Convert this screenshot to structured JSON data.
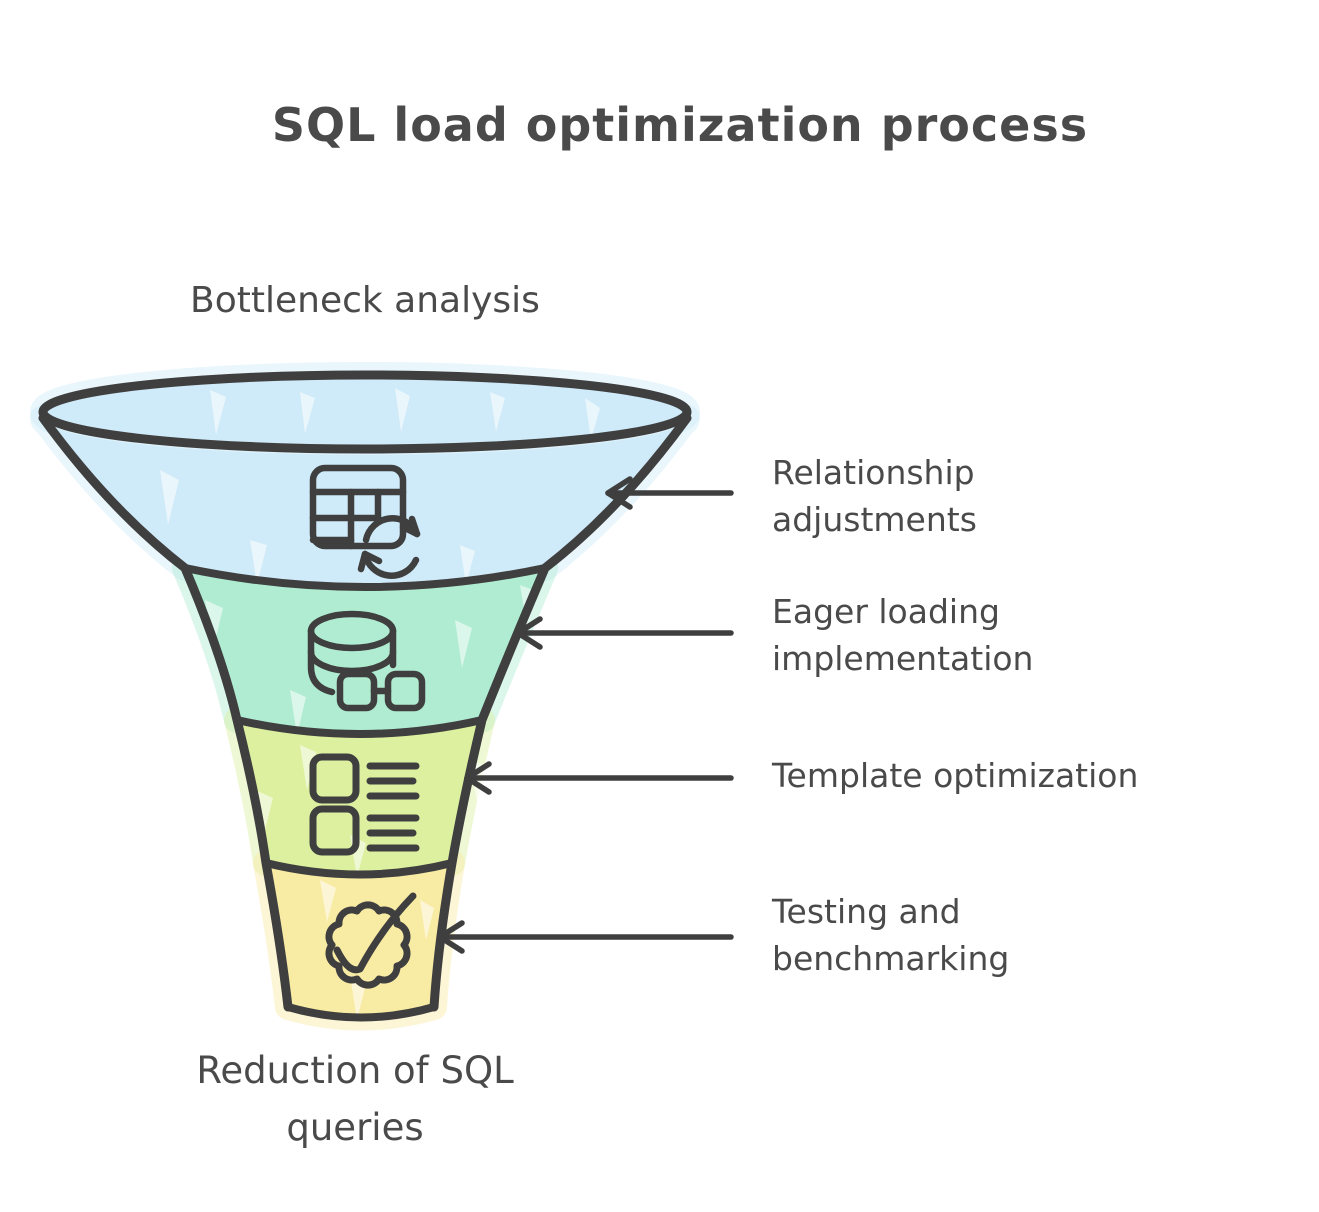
{
  "title": "SQL load optimization process",
  "funnel": {
    "top_label": "Bottleneck analysis",
    "bottom_label": {
      "lines": [
        "Reduction of SQL",
        "queries"
      ]
    },
    "stages": [
      {
        "fill": "#cfeaf8",
        "icon": "table-sync-icon",
        "annotation": {
          "lines": [
            "Relationship",
            "adjustments"
          ]
        }
      },
      {
        "fill": "#b0ecd2",
        "icon": "database-relation-icon",
        "annotation": {
          "lines": [
            "Eager loading",
            "implementation"
          ]
        }
      },
      {
        "fill": "#dcf0a0",
        "icon": "list-items-icon",
        "annotation": {
          "lines": [
            "Template optimization"
          ]
        }
      },
      {
        "fill": "#f8eca4",
        "icon": "badge-check-icon",
        "annotation": {
          "lines": [
            "Testing and",
            "benchmarking"
          ]
        }
      }
    ]
  },
  "colors": {
    "outline": "#3f3f3f",
    "text": "#4a4a4a",
    "background": "#ffffff"
  }
}
